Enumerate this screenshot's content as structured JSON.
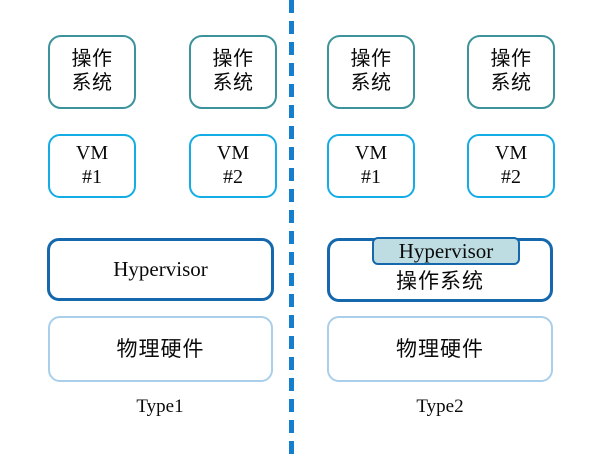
{
  "diagram": {
    "title_left": "Type1",
    "title_right": "Type2",
    "colors": {
      "os_border": "#3d939c",
      "vm_border": "#13ace4",
      "hypervisor_border": "#1668ad",
      "hypervisor_badge_fill": "#bedde2",
      "hardware_border": "#a9cfeb",
      "divider": "#157fcd",
      "text": "#0a0a0a",
      "background": "#ffffff"
    },
    "divider": {
      "name": "vertical-dashed-divider",
      "orientation": "vertical",
      "style": "dashed"
    }
  },
  "type1": {
    "caption": "Type1",
    "guest_os": [
      {
        "line1": "操作",
        "line2": "系统"
      },
      {
        "line1": "操作",
        "line2": "系统"
      }
    ],
    "vms": [
      {
        "line1": "VM",
        "line2": "#1"
      },
      {
        "line1": "VM",
        "line2": "#2"
      }
    ],
    "hypervisor": {
      "label": "Hypervisor"
    },
    "hardware": {
      "label": "物理硬件"
    }
  },
  "type2": {
    "caption": "Type2",
    "guest_os": [
      {
        "line1": "操作",
        "line2": "系统"
      },
      {
        "line1": "操作",
        "line2": "系统"
      }
    ],
    "vms": [
      {
        "line1": "VM",
        "line2": "#1"
      },
      {
        "line1": "VM",
        "line2": "#2"
      }
    ],
    "hypervisor": {
      "badge_label": "Hypervisor",
      "host_os_label": "操作系统"
    },
    "hardware": {
      "label": "物理硬件"
    }
  }
}
